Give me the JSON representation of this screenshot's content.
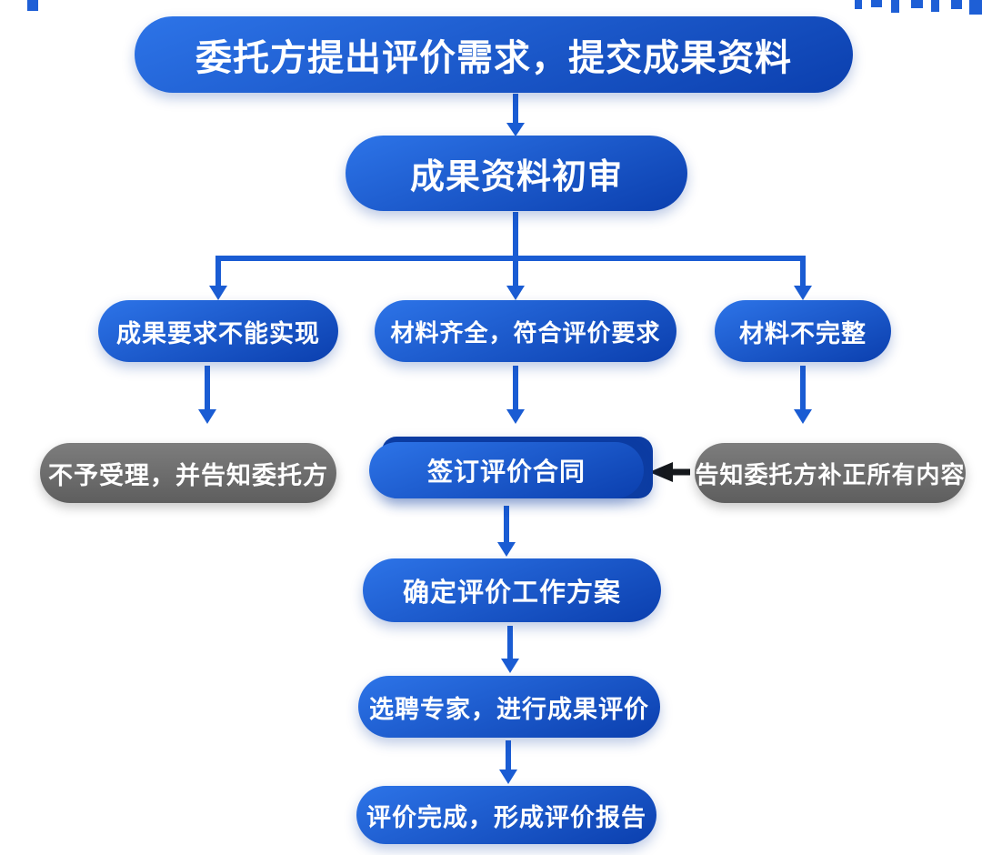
{
  "colors": {
    "background": "#ffffff",
    "node_blue_light": "#2d74e8",
    "node_blue_dark": "#0b3fae",
    "contract_outer_blue": "#0c3ca3",
    "node_gray_light": "#7d7d7d",
    "node_gray_dark": "#5e5e5e",
    "arrow_blue": "#1a5cd3",
    "arrow_dark": "#15181c",
    "text_white": "#ffffff",
    "decor_blue": "#1e5fd6"
  },
  "flowchart": {
    "nodes": {
      "start": {
        "label": "委托方提出评价需求，提交成果资料"
      },
      "initial_review": {
        "label": "成果资料初审"
      },
      "cannot_realize": {
        "label": "成果要求不能实现"
      },
      "materials_complete": {
        "label": "材料齐全，符合评价要求"
      },
      "materials_incomplete": {
        "label": "材料不完整"
      },
      "reject": {
        "label": "不予受理，并告知委托方"
      },
      "sign_contract": {
        "label": "签订评价合同"
      },
      "notify_supplement": {
        "label": "告知委托方补正所有内容"
      },
      "work_plan": {
        "label": "确定评价工作方案"
      },
      "expert_evaluation": {
        "label": "选聘专家，进行成果评价"
      },
      "final_report": {
        "label": "评价完成，形成评价报告"
      }
    }
  }
}
